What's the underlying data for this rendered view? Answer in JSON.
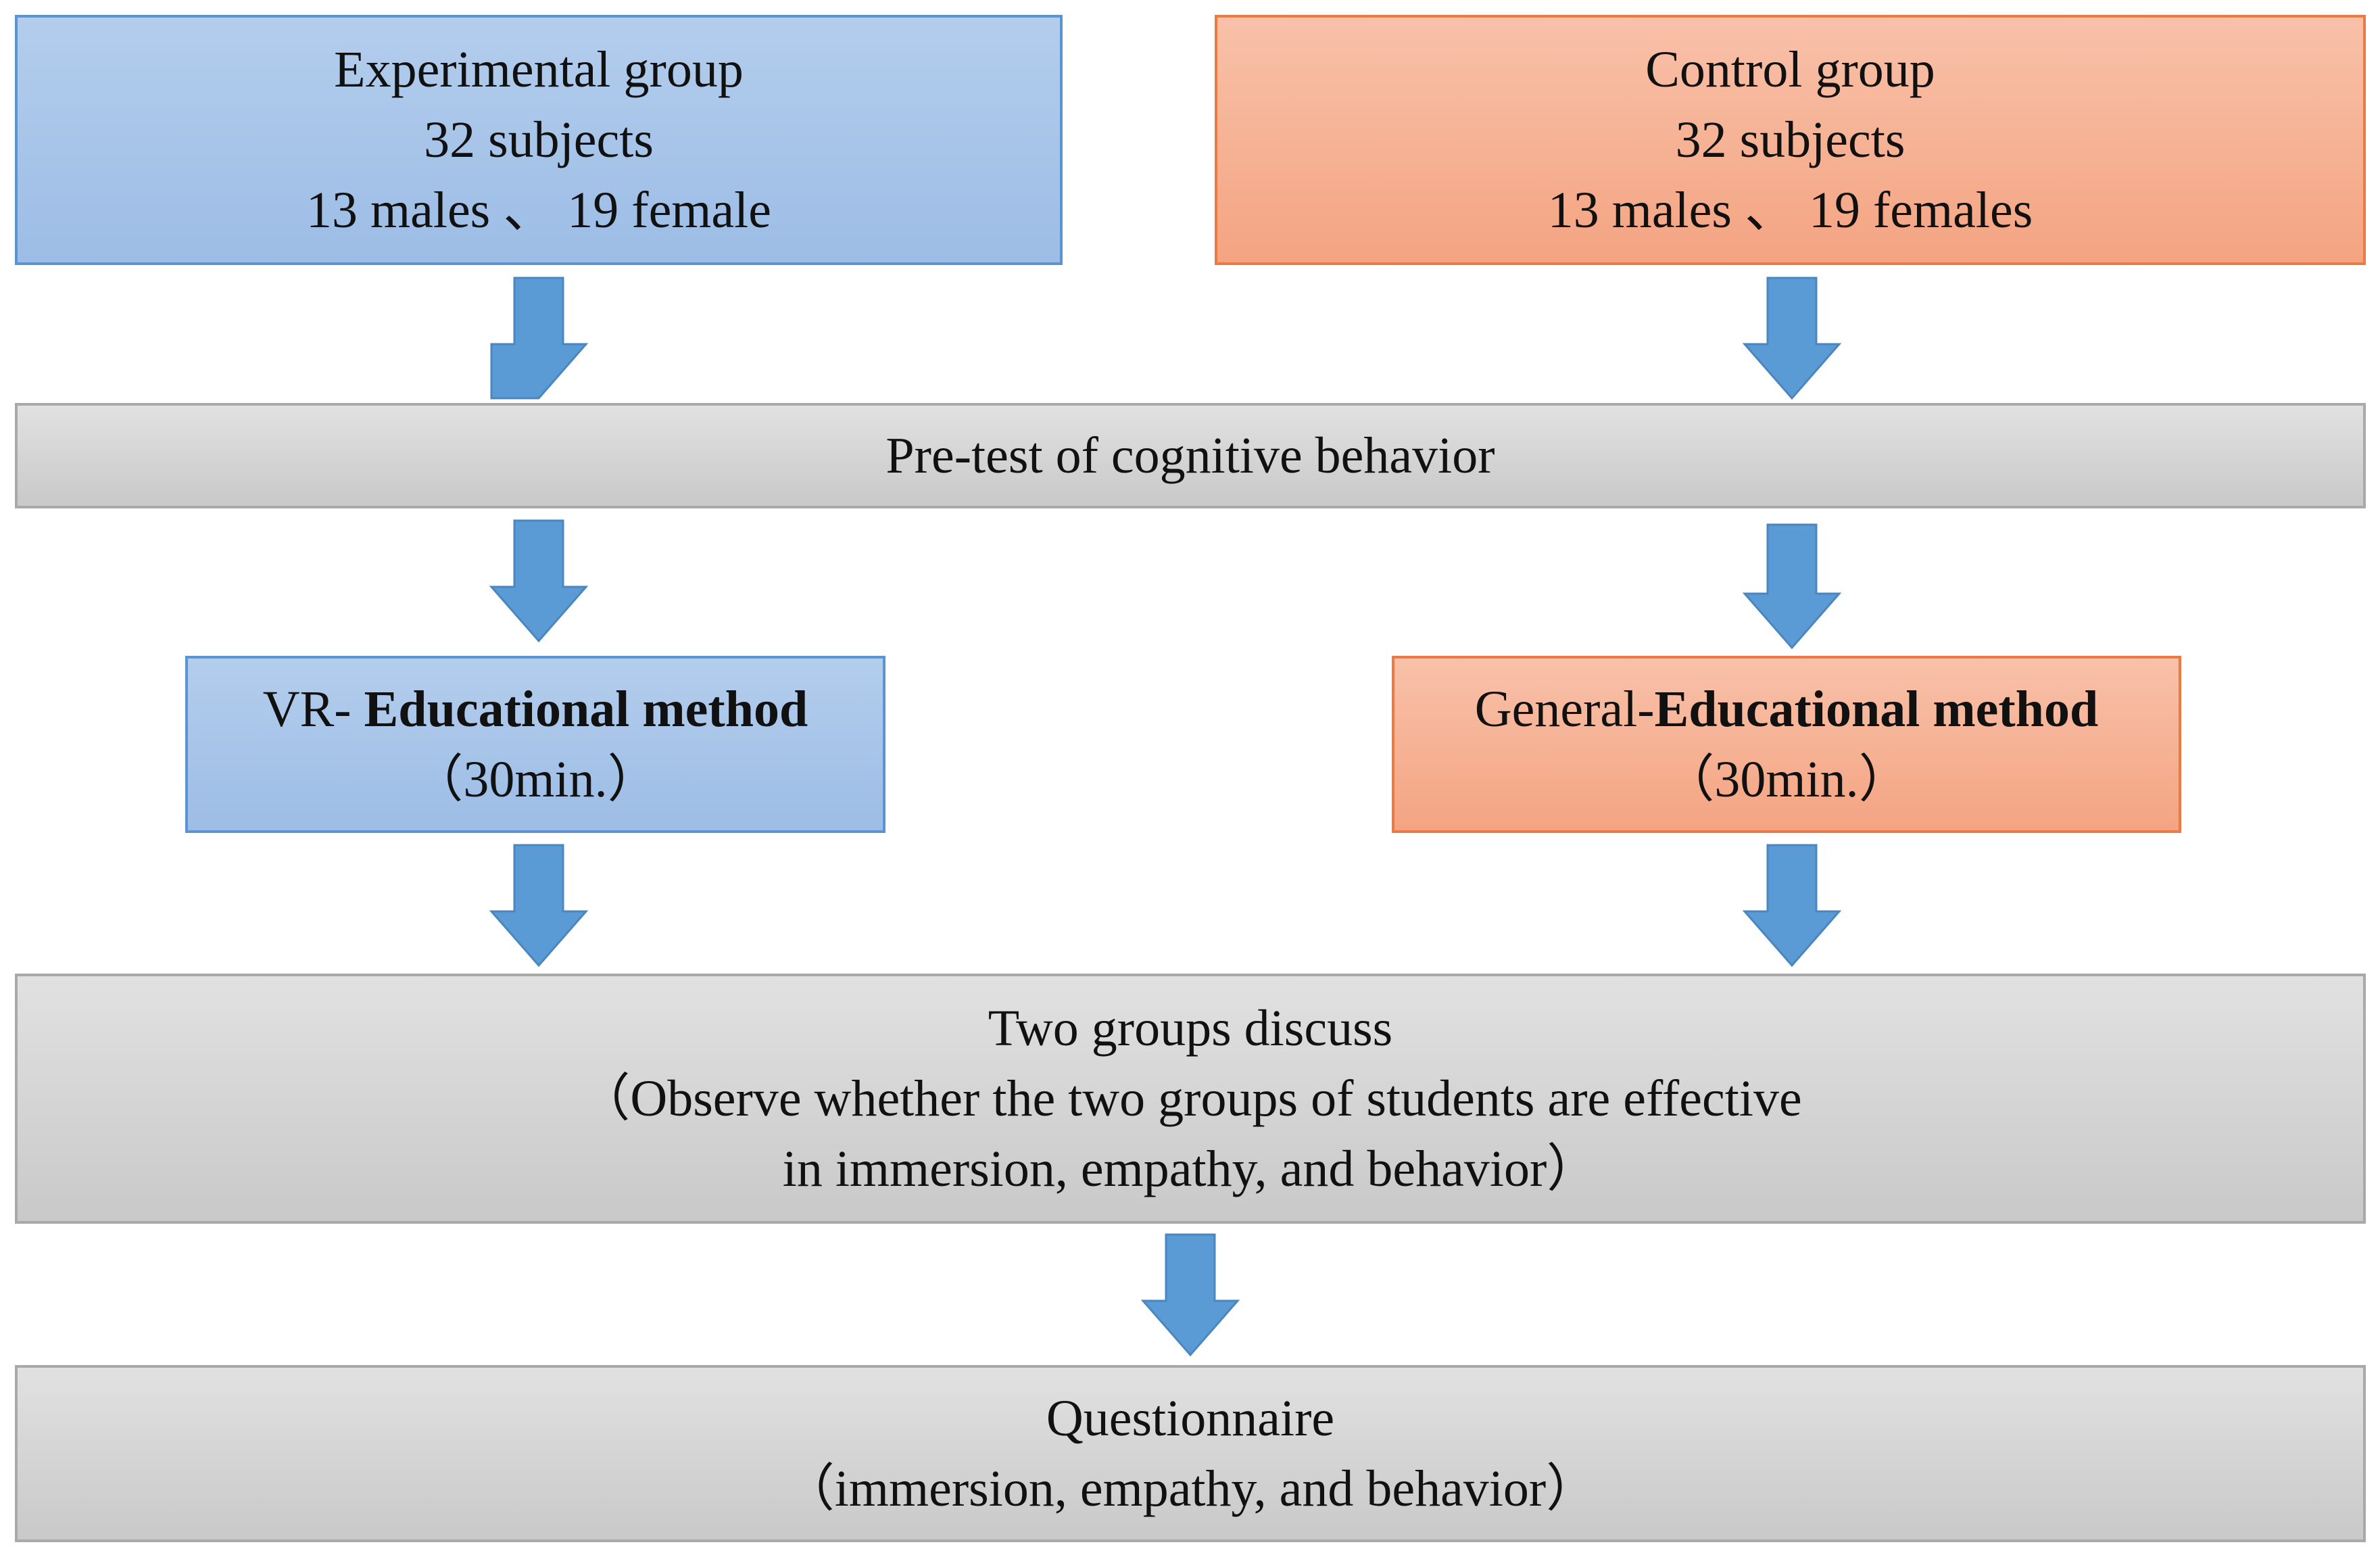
{
  "experimental": {
    "title": "Experimental group",
    "subjects": "32 subjects",
    "gender": "13 males 、 19 female"
  },
  "control": {
    "title": "Control group",
    "subjects": "32 subjects",
    "gender": "13 males 、 19 females"
  },
  "pretest": {
    "label": "Pre-test of cognitive behavior"
  },
  "vr_method": {
    "prefix": "VR- ",
    "name": "Educational method",
    "duration": "（30min.）"
  },
  "general_method": {
    "prefix": "General-",
    "name": "Educational method",
    "duration": "（30min.）"
  },
  "discuss": {
    "title": "Two groups discuss",
    "line2": "（Observe whether the two groups of students are effective",
    "line3": "in immersion, empathy, and behavior）"
  },
  "questionnaire": {
    "title": "Questionnaire",
    "detail": "（immersion, empathy, and behavior）"
  },
  "colors": {
    "experimental_fill": "#a9c6ea",
    "control_fill": "#f6b294",
    "neutral_fill": "#d4d4d4",
    "arrow": "#5b9bd5"
  }
}
